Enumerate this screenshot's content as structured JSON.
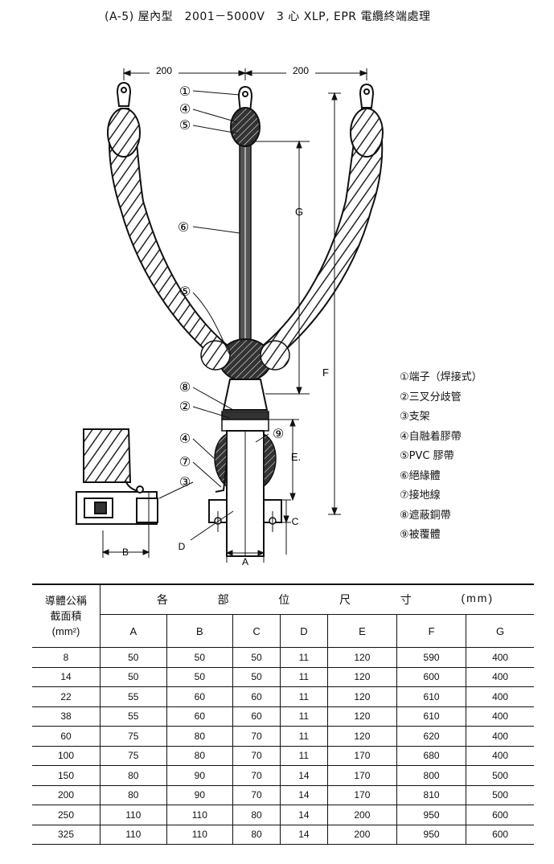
{
  "title": "(A-5) 屋內型　2001－5000V　3 心 XLP, EPR 電纜終端處理",
  "dimensions": {
    "left_spacing": "200",
    "right_spacing": "200"
  },
  "letters": {
    "A": "A",
    "B": "B",
    "C": "C",
    "D": "D",
    "E": "E.",
    "F": "F",
    "G": "G"
  },
  "callouts": [
    "①",
    "④",
    "⑤",
    "⑥",
    "⑤",
    "⑧",
    "②",
    "④",
    "⑦",
    "③",
    "⑨"
  ],
  "legend": [
    "①端子（焊接式）",
    "②三叉分歧管",
    "③支架",
    "④自融着膠帶",
    "⑤PVC 膠帶",
    "⑥絕緣體",
    "⑦接地線",
    "⑧遮蔽銅帶",
    "⑨被覆體"
  ],
  "table": {
    "row_label_lines": [
      "導體公稱",
      "截面積",
      "(mm²)"
    ],
    "span_header": [
      "各",
      "部",
      "位",
      "尺",
      "寸",
      "(mm)"
    ],
    "columns": [
      "A",
      "B",
      "C",
      "D",
      "E",
      "F",
      "G"
    ],
    "rows": [
      [
        "8",
        "50",
        "50",
        "50",
        "11",
        "120",
        "590",
        "400"
      ],
      [
        "14",
        "50",
        "50",
        "50",
        "11",
        "120",
        "600",
        "400"
      ],
      [
        "22",
        "55",
        "60",
        "60",
        "11",
        "120",
        "610",
        "400"
      ],
      [
        "38",
        "55",
        "60",
        "60",
        "11",
        "120",
        "610",
        "400"
      ],
      [
        "60",
        "75",
        "80",
        "70",
        "11",
        "120",
        "620",
        "400"
      ],
      [
        "100",
        "75",
        "80",
        "70",
        "11",
        "170",
        "680",
        "400"
      ],
      [
        "150",
        "80",
        "90",
        "70",
        "14",
        "170",
        "800",
        "500"
      ],
      [
        "200",
        "80",
        "90",
        "70",
        "14",
        "170",
        "810",
        "500"
      ],
      [
        "250",
        "110",
        "110",
        "80",
        "14",
        "200",
        "950",
        "600"
      ],
      [
        "325",
        "110",
        "110",
        "80",
        "14",
        "200",
        "950",
        "600"
      ]
    ]
  }
}
